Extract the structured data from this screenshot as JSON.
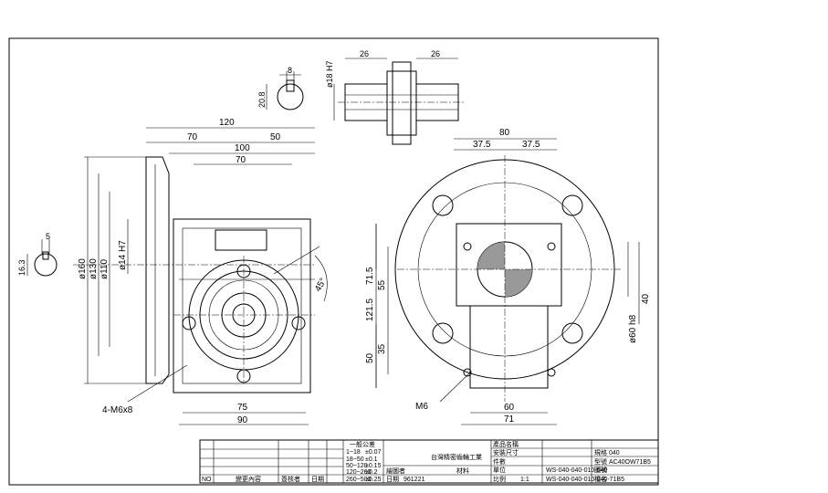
{
  "dims": {
    "shaft_w": "8",
    "shaft_h": "20.8",
    "bore_dia": "ø18 H7",
    "coupling_l": "26",
    "coupling_r": "26",
    "side_total": "120",
    "side_left": "70",
    "side_right": "50",
    "front_top": "100",
    "front_inner": "70",
    "front_75": "75",
    "front_90": "90",
    "bore_14": "ø14 H7",
    "dia_160": "ø160",
    "dia_130": "ø130",
    "dia_110": "ø110",
    "key_w": "5",
    "key_h": "16.3",
    "angle": "45°",
    "bolt_label": "4-M6x8",
    "flange_top": "80",
    "flange_l": "37.5",
    "flange_r": "37.5",
    "h_121_5": "121.5",
    "h_71_5": "71.5",
    "h_55": "55",
    "h_50": "50",
    "h_35": "35",
    "h_40": "40",
    "dia_60": "ø60 h8",
    "m6": "M6",
    "w_60": "60",
    "w_71": "71"
  },
  "title_block": {
    "no_label": "NO",
    "col_content": "變更內容",
    "col_signer": "簽核者",
    "col_date": "日期",
    "gen_tol": "一般公差",
    "tol_rows": [
      [
        "1~18",
        "±0.07"
      ],
      [
        "18~50",
        "±0.1"
      ],
      [
        "50~120",
        "±0.15"
      ],
      [
        "120~260",
        "±0.2"
      ],
      [
        "260~500",
        "±0.25"
      ]
    ],
    "company": "台灣精密齒輪工業",
    "drafter": "繪圖者",
    "date_label": "日期",
    "date_value": "961221",
    "material": "材料",
    "product": "產品名稱",
    "product_value": "",
    "mount": "安裝尺寸",
    "model_label": "規格",
    "model_value": "040",
    "code_label": "型號",
    "code_value": "AC40OW71B5",
    "qty": "件數",
    "unit": "單位",
    "drawing_no_label": "圖號",
    "drawing_no": "WS-040-040-010-040",
    "scale_label": "比例",
    "scale_value": "1:1",
    "file_label": "檔名",
    "file_value": "WS-040-040-010-040-71B5"
  }
}
